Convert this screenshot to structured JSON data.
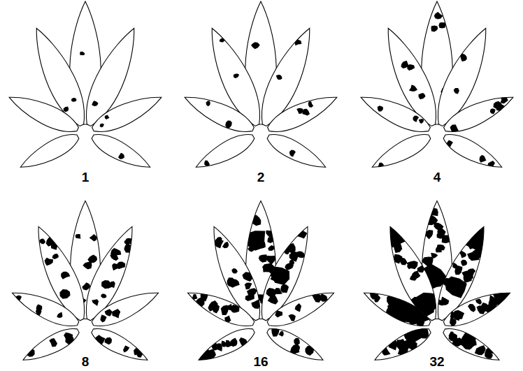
{
  "diagram": {
    "labels": [
      "1",
      "2",
      "4",
      "8",
      "16",
      "32"
    ]
  }
}
